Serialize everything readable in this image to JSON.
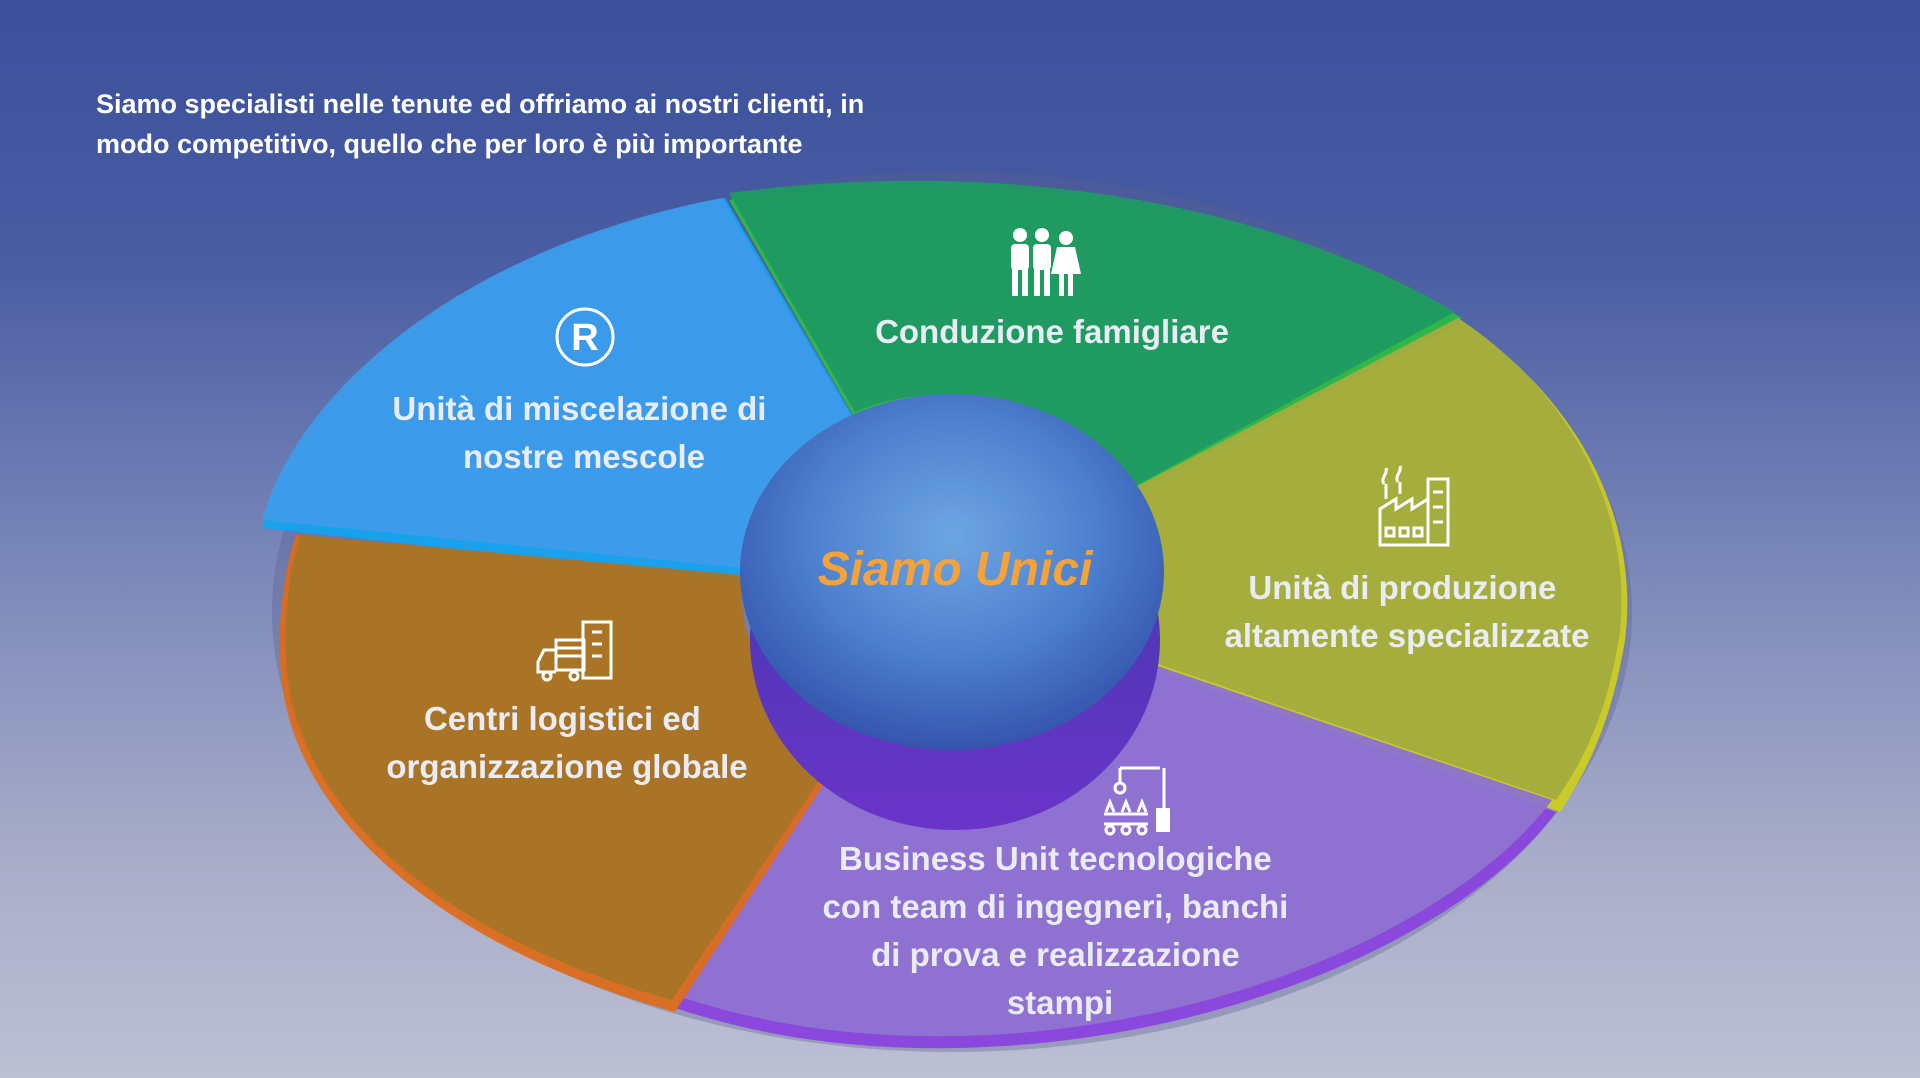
{
  "intro": {
    "line1": "Siamo specialisti nelle tenute ed offriamo ai nostri clienti, in",
    "line2": "modo competitivo, quello che per loro è più importante"
  },
  "center": {
    "label": "Siamo Unici",
    "color": "#f6a23a"
  },
  "segments": [
    {
      "icon": "registered-trademark-icon",
      "color": "#3d9be9",
      "lines": [
        "Unità di miscelazione di",
        "nostre mescole"
      ]
    },
    {
      "icon": "family-icon",
      "color": "#1f9a63",
      "lines": [
        "Conduzione famigliare"
      ]
    },
    {
      "icon": "factory-icon",
      "color": "#a3ad3e",
      "lines": [
        "Unità di produzione",
        "altamente specializzate"
      ]
    },
    {
      "icon": "robot-arm-assembly-icon",
      "color": "#8f72cf",
      "lines": [
        "Business Unit tecnologiche",
        "con team di ingegneri, banchi",
        "di prova e realizzazione",
        "stampi"
      ]
    },
    {
      "icon": "truck-warehouse-icon",
      "color": "#a87528",
      "lines": [
        "Centri logistici ed",
        "organizzazione globale"
      ]
    }
  ]
}
